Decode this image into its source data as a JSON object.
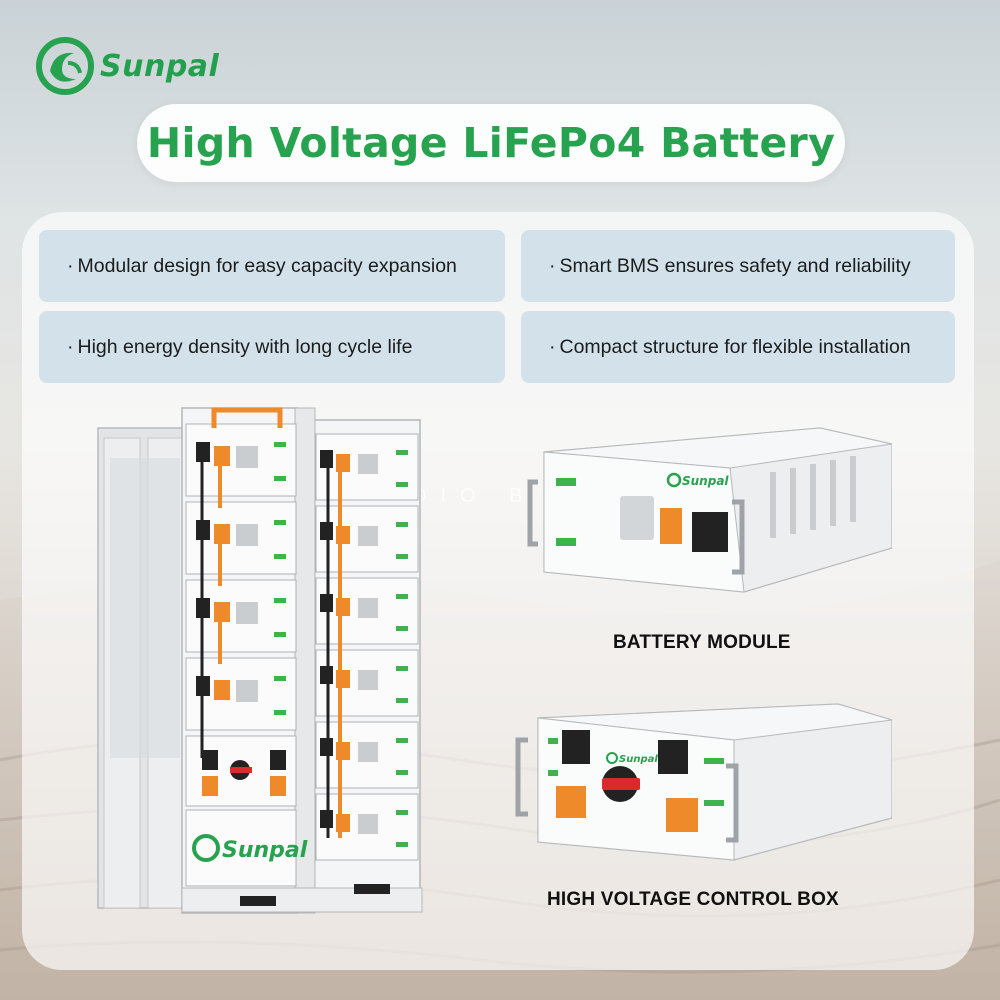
{
  "brand": {
    "name": "Sunpal",
    "color": "#27a24f"
  },
  "title": "High Voltage LiFePo4 Battery",
  "features": [
    "Modular design for easy capacity expansion",
    "Smart BMS ensures safety and reliability",
    "High energy density with long cycle life",
    "Compact structure for flexible installation"
  ],
  "feature_bullet": "·",
  "products": {
    "module_caption": "BATTERY MODULE",
    "control_caption": "HIGH VOLTAGE CONTROL BOX",
    "module_logo": "Sunpal",
    "control_logo": "Sunpal",
    "rack_logo": "Sunpal"
  },
  "watermark": "DIO B",
  "colors": {
    "feature_bg": "#d2e1ea",
    "connector_orange": "#ee8a2a",
    "connector_green": "#3cb44b"
  }
}
